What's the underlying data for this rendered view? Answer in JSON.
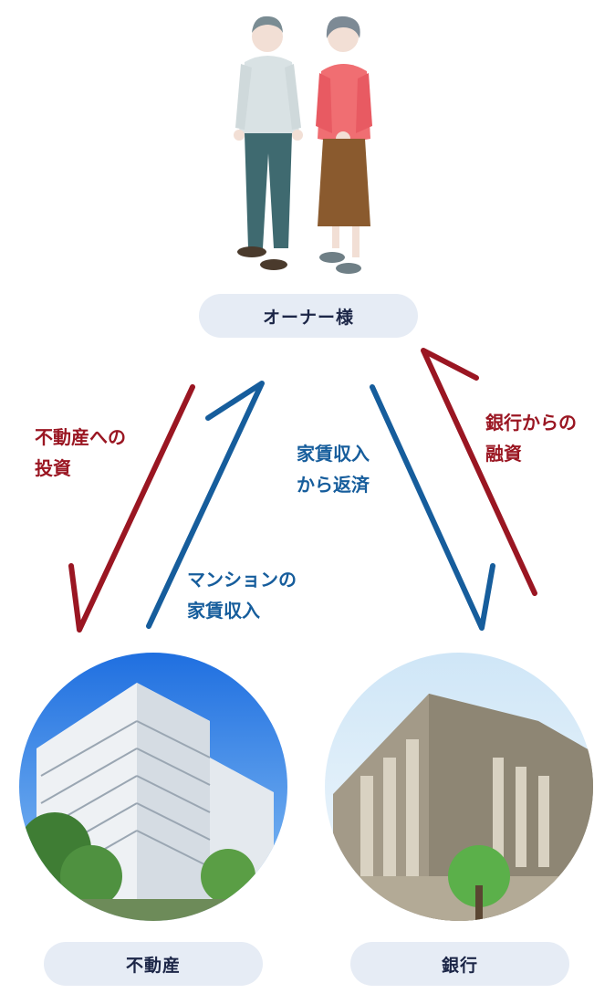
{
  "nodes": {
    "owner": {
      "label": "オーナー様"
    },
    "realestate": {
      "label": "不動産"
    },
    "bank": {
      "label": "銀行"
    }
  },
  "flows": {
    "investment": {
      "line1": "不動産への",
      "line2": "投資"
    },
    "rental_income": {
      "line1": "マンションの",
      "line2": "家賃収入"
    },
    "repayment": {
      "line1": "家賃収入",
      "line2": "から返済"
    },
    "financing": {
      "line1": "銀行からの",
      "line2": "融資"
    }
  },
  "colors": {
    "red_arrow": "#9a1622",
    "blue_arrow": "#165d9c",
    "pill_bg": "#e6ecf5",
    "pill_text": "#1c2647"
  },
  "icons": [
    "owner-couple-illustration",
    "apartment-building-photo",
    "bank-building-photo"
  ]
}
